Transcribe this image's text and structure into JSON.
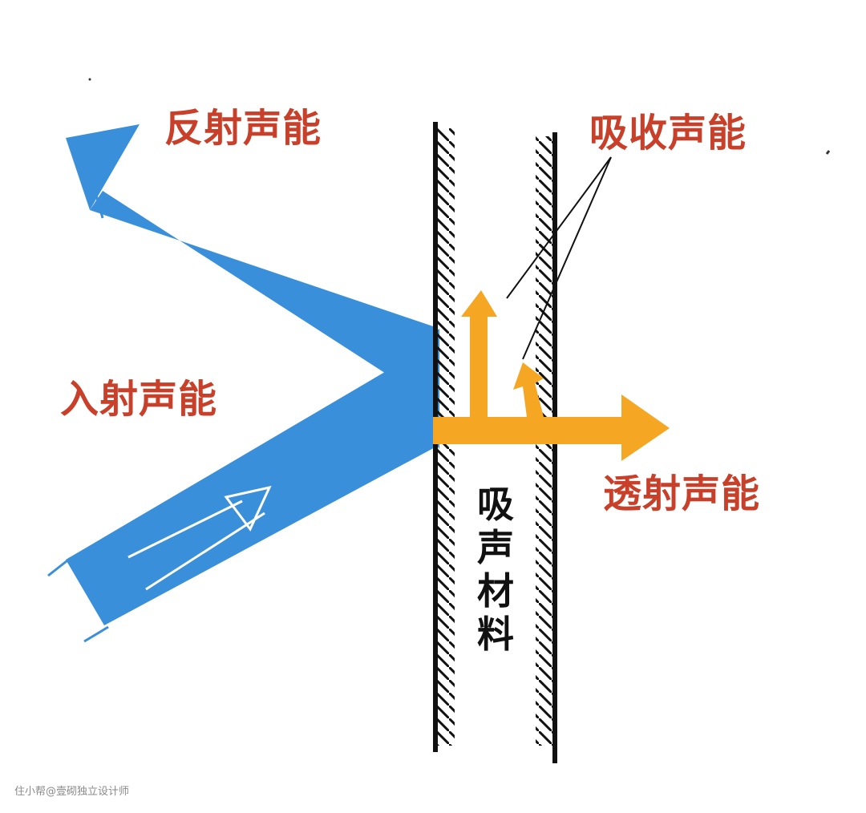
{
  "labels": {
    "reflected": "反射声能",
    "absorbed": "吸收声能",
    "incident": "入射声能",
    "transmitted": "透射声能",
    "material": "吸声材料"
  },
  "watermark": "住小帮@壹砌独立设计师",
  "colors": {
    "incident_reflected_arrow": "#3a8fdb",
    "absorbed_transmitted_arrow": "#f5a623",
    "label_text": "#c8402a",
    "wall_lines": "#111111"
  },
  "icons": {
    "incident_direction": "double-line-arrow-icon"
  }
}
